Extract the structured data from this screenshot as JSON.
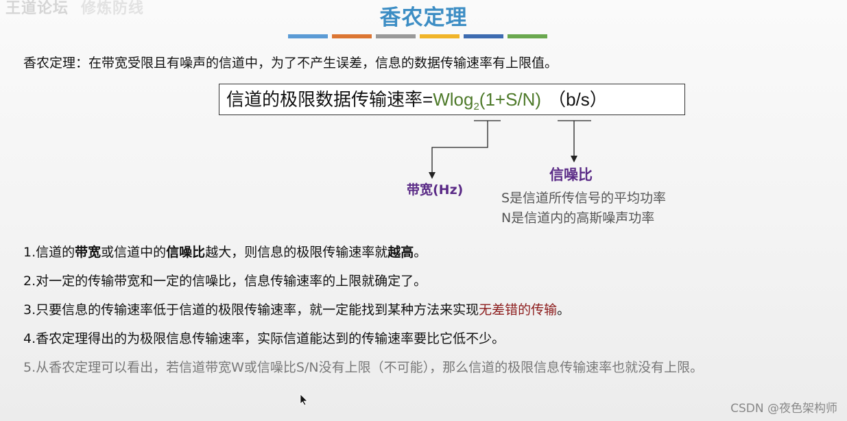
{
  "watermark": {
    "main": "王道论坛",
    "sub": "修炼防线"
  },
  "title": "香农定理",
  "color_bars": [
    "#5b9bd5",
    "#dc7633",
    "#999999",
    "#f0b429",
    "#3d6bb0",
    "#6aa84f"
  ],
  "intro": "香农定理：在带宽受限且有噪声的信道中，为了不产生误差，信息的数据传输速率有上限值。",
  "formula": {
    "lhs": "信道的极限数据传输速率=",
    "pre": "Wlog",
    "sub": "2",
    "post": "(1+S/N)",
    "unit": "（b/s）"
  },
  "labels": {
    "bandwidth": "带宽(Hz)",
    "snr": "信噪比",
    "s_desc": "S是信道所传信号的平均功率",
    "n_desc": "N是信道内的高斯噪声功率"
  },
  "points": {
    "p1": {
      "a": "1.信道的",
      "b": "带宽",
      "c": "或信道中的",
      "d": "信噪比",
      "e": "越大，则信息的极限传输速率就",
      "f": "越高",
      "g": "。"
    },
    "p2": "2.对一定的传输带宽和一定的信噪比，信息传输速率的上限就确定了。",
    "p3": {
      "a": "3.只要信息的传输速率低于信道的极限传输速率，就一定能找到某种方法来实现",
      "b": "无差错的传输",
      "c": "。"
    },
    "p4": "4.香农定理得出的为极限信息传输速率，实际信道能达到的传输速率要比它低不少。",
    "p5": "5.从香农定理可以看出，若信道带宽W或信噪比S/N没有上限（不可能），那么信道的极限信息传输速率也就没有上限。"
  },
  "footer": "CSDN @夜色架构师"
}
